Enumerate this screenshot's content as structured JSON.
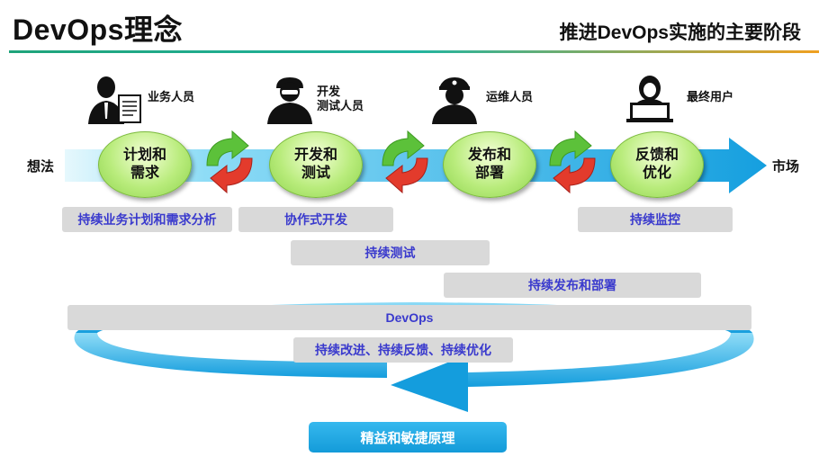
{
  "header": {
    "title": "DevOps理念",
    "subtitle": "推进DevOps实施的主要阶段"
  },
  "flow": {
    "left_label": "想法",
    "right_label": "市场"
  },
  "roles": [
    {
      "label": "业务人员",
      "icon": "businessman-icon"
    },
    {
      "label": "开发\n测试人员",
      "icon": "developer-icon"
    },
    {
      "label": "运维人员",
      "icon": "operator-icon"
    },
    {
      "label": "最终用户",
      "icon": "end-user-icon"
    }
  ],
  "stages": [
    {
      "label": "计划和\n需求"
    },
    {
      "label": "开发和\n测试"
    },
    {
      "label": "发布和\n部署"
    },
    {
      "label": "反馈和\n优化"
    }
  ],
  "practices": {
    "p1": "持续业务计划和需求分析",
    "p2": "协作式开发",
    "p3": "持续测试",
    "p4": "持续监控",
    "p5": "持续发布和部署",
    "p6": "DevOps",
    "p7": "持续改进、持续反馈、持续优化"
  },
  "footer_button": "精益和敏捷原理",
  "colors": {
    "stage_green": "#9ad957",
    "arrow_blue": "#1aa5e3",
    "box_text": "#3a3acd",
    "box_bg": "#d9d9d9"
  }
}
